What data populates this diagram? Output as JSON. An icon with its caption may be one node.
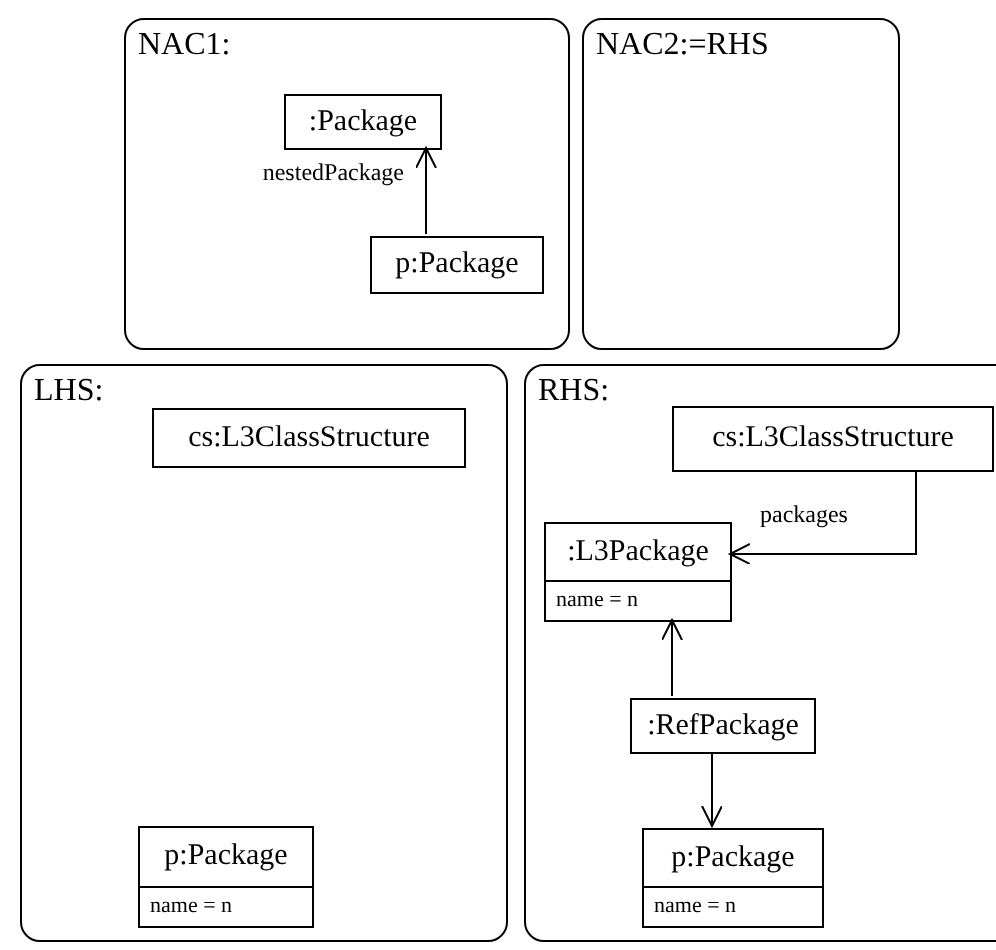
{
  "diagram": {
    "nodes": [
      {
        "text": [
          "NAC1:"
        ]
      },
      {
        "text": [
          ":Package"
        ],
        "in": 0
      },
      {
        "text": [
          "p:Package"
        ],
        "in": 0
      },
      {
        "text": [
          "NAC2:=RHS"
        ]
      },
      {
        "text": [
          "LHS:"
        ]
      },
      {
        "text": [
          "cs:L3ClassStructure"
        ],
        "in": 4
      },
      {
        "text": [
          "p:Package",
          "name = n"
        ],
        "in": 4
      },
      {
        "text": [
          "RHS:"
        ]
      },
      {
        "text": [
          "cs:L3ClassStructure"
        ],
        "in": 7
      },
      {
        "text": [
          ":L3Package",
          "name = n"
        ],
        "in": 7
      },
      {
        "text": [
          ":RefPackage"
        ],
        "in": 7
      },
      {
        "text": [
          "p:Package",
          "name = n"
        ],
        "in": 7
      }
    ],
    "edges": [
      {
        "from": 2,
        "to": 1,
        "arrow": "to",
        "label": "nestedPackage"
      },
      {
        "from": 8,
        "to": 9,
        "arrow": "to",
        "label": "packages"
      },
      {
        "from": 10,
        "to": 9,
        "arrow": "to"
      },
      {
        "from": 10,
        "to": 11,
        "arrow": "to"
      }
    ]
  }
}
